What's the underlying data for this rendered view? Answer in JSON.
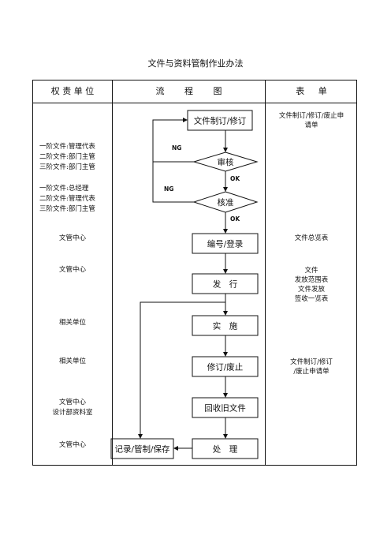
{
  "title": "文件与资料管制作业办法",
  "headers": {
    "col1": "权 责 单 位",
    "col2": "流 程 图",
    "col3": "表 单"
  },
  "units": {
    "u1": [
      "一阶文件:管理代表",
      "二阶文件:部门主管",
      "三阶文件:部门主管"
    ],
    "u2": [
      "一阶文件:总经理",
      "二阶文件:管理代表",
      "三阶文件:部门主管"
    ],
    "u3": "文管中心",
    "u4": "文管中心",
    "u5": "相关单位",
    "u6": "相关单位",
    "u7": [
      "文管中心",
      "设计部资料室"
    ],
    "u8": "文管中心"
  },
  "forms": {
    "f1": [
      "文件制订/修订/废止申",
      "请单"
    ],
    "f2": "文件总览表",
    "f3": [
      "文件",
      "发放范围表",
      "文件发放",
      "签收一览表"
    ],
    "f4": [
      "文件制订/修订",
      "/废止申请单"
    ]
  },
  "flow": {
    "step1": "文件制订/修订",
    "decision1": "审核",
    "decision2": "核准",
    "ng1": "NG",
    "ng2": "NG",
    "ok1": "OK",
    "ok2": "OK",
    "step2": "编号/登录",
    "step3": "发　行",
    "step4": "实　施",
    "step5": "修订/废止",
    "step6": "回收旧文件",
    "step7": "处　理",
    "step8": "记录/管制/保存"
  }
}
